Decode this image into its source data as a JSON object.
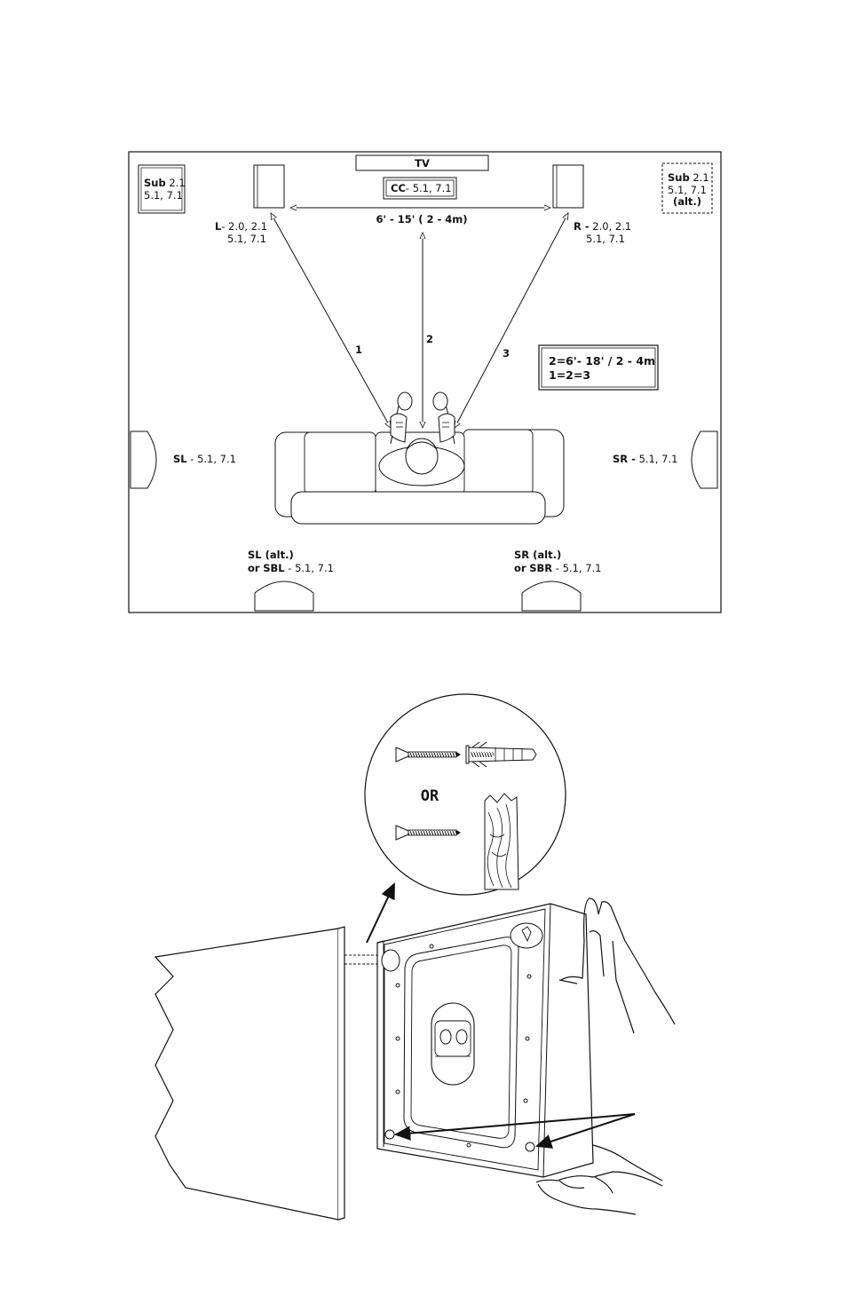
{
  "layout_diagram": {
    "tv": {
      "label": "TV"
    },
    "center": {
      "name": "CC",
      "configs": "- 5.1, 7.1"
    },
    "front_distance": "6' - 15' ( 2 - 4m)",
    "front_left": {
      "name": "L",
      "configs_line1": "- 2.0, 2.1",
      "configs_line2": "5.1, 7.1"
    },
    "front_right": {
      "name": "R -",
      "configs_line1": "2.0, 2.1",
      "configs_line2": "5.1, 7.1"
    },
    "sub_left": {
      "name": "Sub",
      "configs_line1": "2.1",
      "configs_line2": "5.1, 7.1"
    },
    "sub_right": {
      "name": "Sub",
      "configs_line1": "2.1",
      "configs_line2": "5.1, 7.1",
      "note": "(alt.)"
    },
    "distances": {
      "line1": "1",
      "line2": "2",
      "line3": "3"
    },
    "formula": {
      "line1": "2=6'- 18' / 2 - 4m",
      "line2": "1=2=3"
    },
    "surround_left": {
      "name": "SL",
      "configs": "- 5.1, 7.1"
    },
    "surround_right": {
      "name": "SR -",
      "configs": "5.1, 7.1"
    },
    "surround_back_left": {
      "line1": "SL (alt.)",
      "prefix": "or",
      "name": "SBL",
      "configs": "- 5.1, 7.1"
    },
    "surround_back_right": {
      "line1": "SR (alt.)",
      "prefix": "or",
      "name": "SBR",
      "configs": "- 5.1, 7.1"
    }
  },
  "mounting_diagram": {
    "hardware_choice": "OR"
  }
}
